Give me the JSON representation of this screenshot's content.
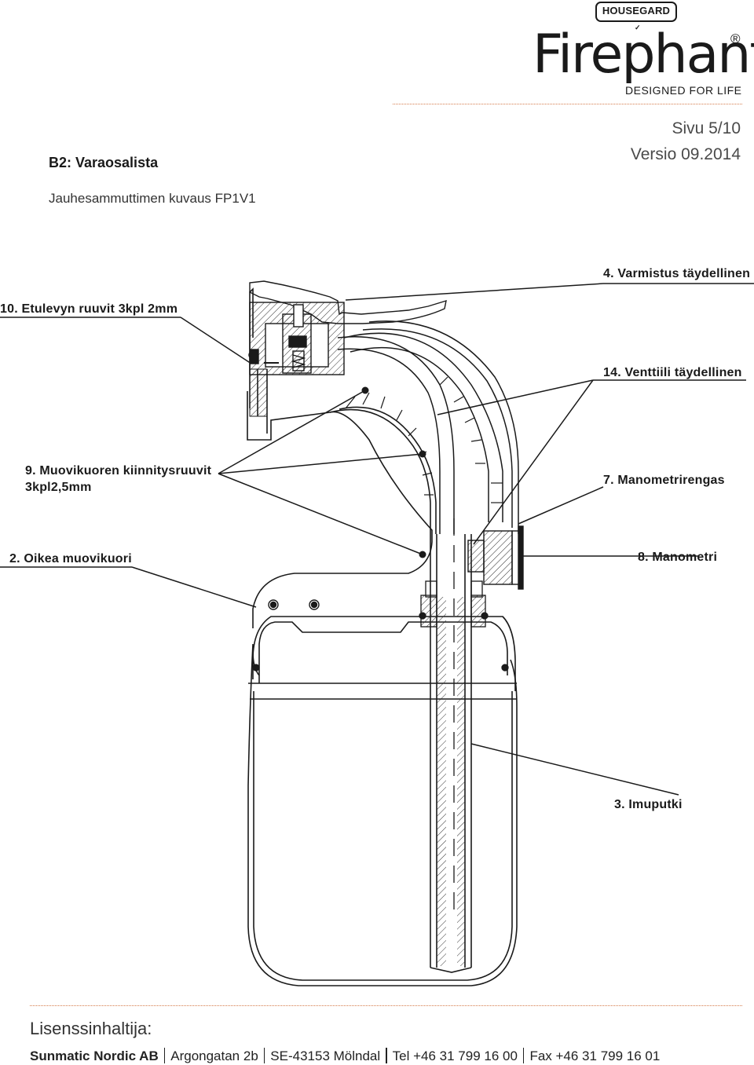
{
  "header": {
    "brand_top": "HOUSEGARD",
    "brand_main": "Firephant",
    "registered_mark": "®",
    "tagline": "DESIGNED FOR LIFE",
    "page": "Sivu 5/10",
    "version": "Versio 09.2014",
    "section": "B2: Varaosalista",
    "subtitle": "Jauhesammuttimen kuvaus FP1V1"
  },
  "callouts": {
    "c4": "4. Varmistus täydellinen",
    "c10": "10. Etulevyn ruuvit 3kpl 2mm",
    "c14": "14. Venttiili täydellinen",
    "c9_line1": "9. Muovikuoren kiinnitysruuvit",
    "c9_line2": "3kpl2,5mm",
    "c7": "7. Manometrirengas",
    "c2": "2. Oikea muovikuori",
    "c8": "8. Manometri",
    "c3": "3. Imuputki"
  },
  "footer": {
    "licence_title": "Lisenssinhaltija:",
    "company": "Sunmatic Nordic AB",
    "street": "Argongatan 2b",
    "city": "SE-43153 Mölndal",
    "phone": "Tel +46 31 799 16 00",
    "fax": "Fax +46 31 799 16 01"
  }
}
